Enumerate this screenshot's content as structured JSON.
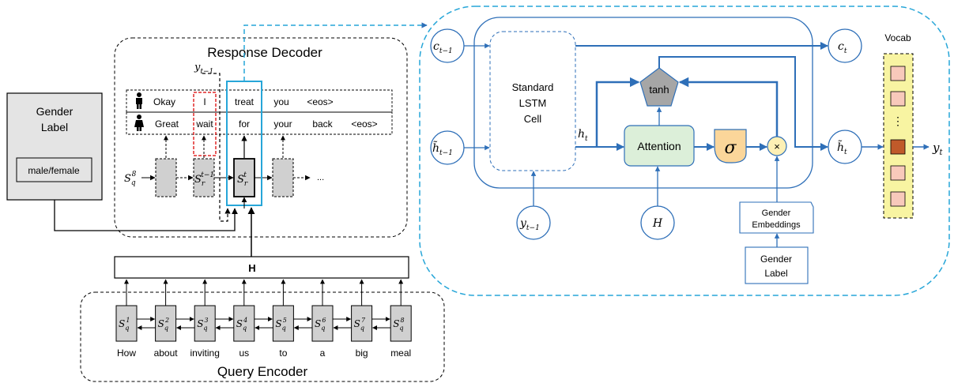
{
  "gender_label": {
    "title_line1": "Gender",
    "title_line2": "Label",
    "value": "male/female"
  },
  "decoder": {
    "title": "Response Decoder",
    "prev_label": {
      "base": "y",
      "sub": "t−1"
    },
    "male_row": [
      "Okay",
      "I",
      "treat",
      "you",
      "<eos>"
    ],
    "female_row": [
      "Great",
      "wait",
      "for",
      "your",
      "back",
      "<eos>"
    ],
    "init_state": {
      "base": "S",
      "sub": "q",
      "sup": "8"
    },
    "prev_state": {
      "base": "S",
      "sub": "r",
      "sup": "t−1"
    },
    "cur_state": {
      "base": "S",
      "sub": "r",
      "sup": "t"
    },
    "ellipsis": "..."
  },
  "hidden_bar": "H",
  "encoder": {
    "title": "Query Encoder",
    "words": [
      "How",
      "about",
      "inviting",
      "us",
      "to",
      "a",
      "big",
      "meal"
    ],
    "cell_base": "S",
    "cell_sub": "q",
    "cell_sups": [
      "1",
      "2",
      "3",
      "4",
      "5",
      "6",
      "7",
      "8"
    ]
  },
  "cell": {
    "c_prev": {
      "base": "c",
      "sub": "t−1"
    },
    "h_prev": {
      "base": "h̃",
      "sub": "t−1"
    },
    "y_prev": {
      "base": "y",
      "sub": "t−1"
    },
    "lstm_line1": "Standard",
    "lstm_line2": "LSTM",
    "lstm_line3": "Cell",
    "h_t": {
      "base": "h",
      "sub": "t"
    },
    "attention": "Attention",
    "sigma": "σ",
    "times": "×",
    "tanh": "tanh",
    "H": "H",
    "emb_line1": "Gender",
    "emb_line2": "Embeddings",
    "gl_line1": "Gender",
    "gl_line2": "Label",
    "c_t": {
      "base": "c",
      "sub": "t"
    },
    "h_t_tilde": {
      "base": "h̃",
      "sub": "t"
    },
    "vocab": "Vocab",
    "vocab_dots": "⋮",
    "y_t": {
      "base": "y",
      "sub": "t"
    }
  },
  "colors": {
    "accent_blue": "#2e6fb8",
    "dash_cyan": "#27a6d8",
    "gray_cell": "#d0d0d0",
    "gender_panel": "#e4e4e4",
    "attention_fill": "#dcefd9",
    "sigma_fill": "#fbd69a",
    "times_fill": "#fdf0b5",
    "tanh_fill": "#a6a6a6",
    "vocab_fill": "#f8f4a2",
    "vocab_cell": "#f8c9bb",
    "vocab_active": "#c05a2a",
    "red_dash": "#e02828"
  },
  "icons": [
    "male-person-icon",
    "female-person-icon"
  ]
}
